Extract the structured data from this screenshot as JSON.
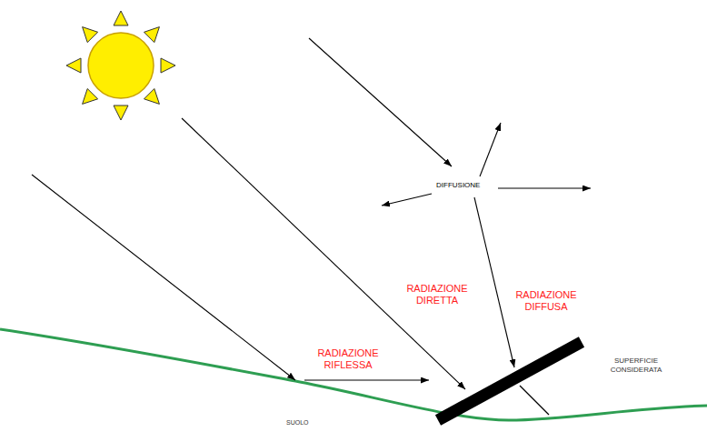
{
  "diagram": {
    "labels": [
      "DIFFUSIONE",
      "RADIAZIONE DIRETTA",
      "RADIAZIONE DIFFUSA",
      "RADIAZIONE RIFLESSA",
      "SUPERFICIE CONSIDERATA",
      "SUOLO"
    ]
  }
}
